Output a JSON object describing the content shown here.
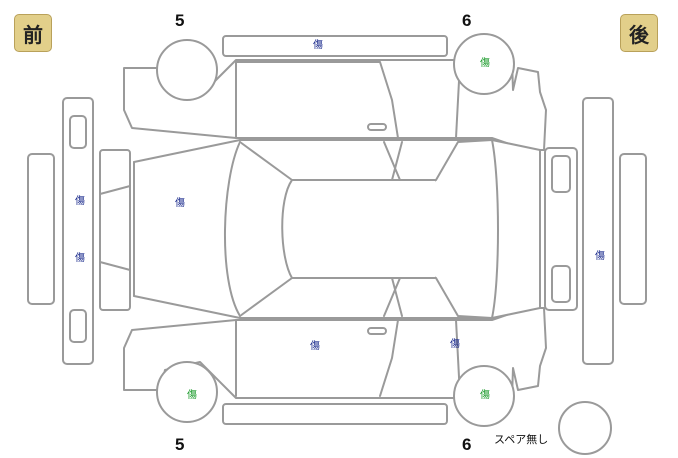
{
  "corner_labels": {
    "front": "前",
    "rear": "後"
  },
  "tire_numbers": {
    "front_top": "5",
    "rear_top": "6",
    "front_bottom": "5",
    "rear_bottom": "6"
  },
  "damage_marks": {
    "roof_strip": "傷",
    "rear_wheel_top": "傷",
    "front_bumper_upper": "傷",
    "front_bumper_lower": "傷",
    "hood": "傷",
    "rear_bumper": "傷",
    "front_door_bottom": "傷",
    "rear_door_bottom": "傷",
    "front_wheel_bottom": "傷",
    "rear_wheel_bottom": "傷"
  },
  "damage_colors": {
    "default": "#1a2a8c",
    "wheel": "#1a9a2a"
  },
  "spare_note": "スペア無し",
  "line_color": "#9a9a9a"
}
